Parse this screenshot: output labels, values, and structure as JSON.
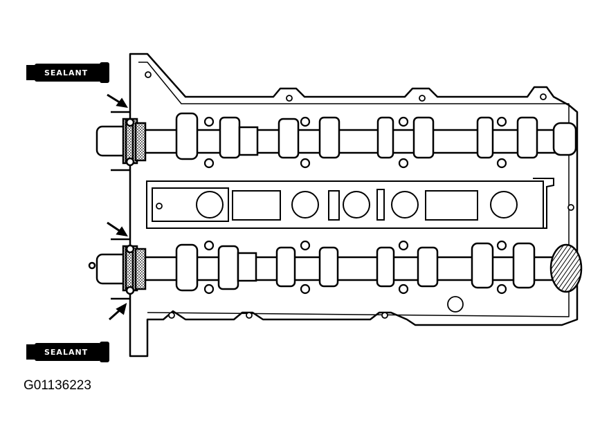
{
  "labels": {
    "sealant_top": "SEALANT",
    "sealant_bottom": "SEALANT"
  },
  "figure_id": "G01136223",
  "colors": {
    "ink": "#000000",
    "paper": "#ffffff"
  }
}
